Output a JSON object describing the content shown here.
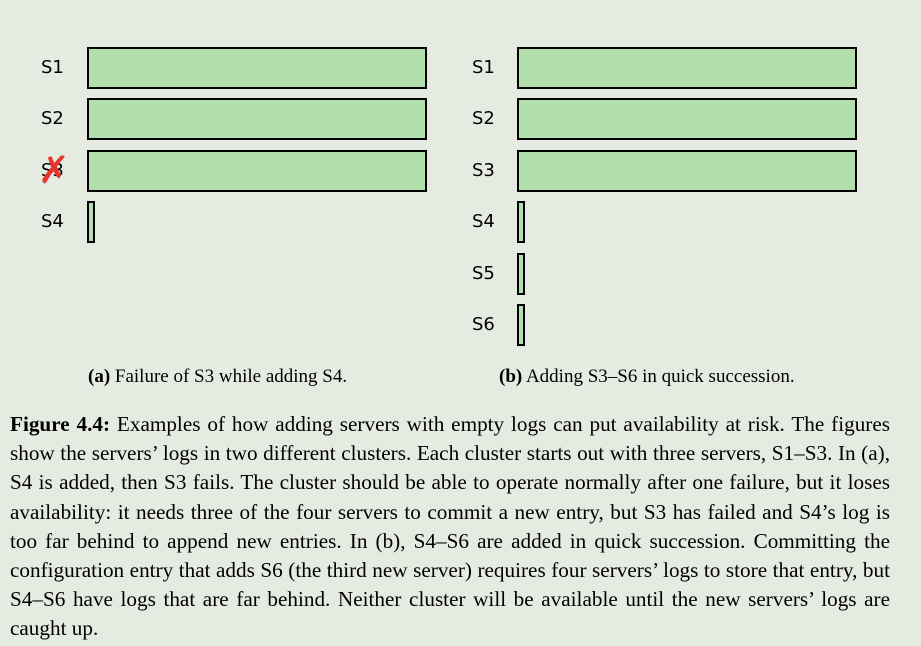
{
  "panel_a": {
    "servers": [
      {
        "label": "S1",
        "log_fill": 1.0,
        "failed": false
      },
      {
        "label": "S2",
        "log_fill": 1.0,
        "failed": false
      },
      {
        "label": "S3",
        "log_fill": 1.0,
        "failed": true
      },
      {
        "label": "S4",
        "log_fill": 0.0,
        "failed": false
      }
    ],
    "caption_tag": "(a)",
    "caption_text": "Failure of S3 while adding S4."
  },
  "panel_b": {
    "servers": [
      {
        "label": "S1",
        "log_fill": 1.0,
        "failed": false
      },
      {
        "label": "S2",
        "log_fill": 1.0,
        "failed": false
      },
      {
        "label": "S3",
        "log_fill": 1.0,
        "failed": false
      },
      {
        "label": "S4",
        "log_fill": 0.0,
        "failed": false
      },
      {
        "label": "S5",
        "log_fill": 0.0,
        "failed": false
      },
      {
        "label": "S6",
        "log_fill": 0.0,
        "failed": false
      }
    ],
    "caption_tag": "(b)",
    "caption_text": "Adding S3–S6 in quick succession."
  },
  "failure_mark": "✗",
  "colors": {
    "log_fill": "#b1e0ac",
    "log_border": "#000000",
    "failure_mark": "#e8362c",
    "background": "#e6ebe1"
  },
  "figure_caption": {
    "label": "Figure 4.4:",
    "text": "Examples of how adding servers with empty logs can put availability at risk. The figures show the servers’ logs in two different clusters. Each cluster starts out with three servers, S1–S3. In (a), S4 is added, then S3 fails. The cluster should be able to operate normally after one failure, but it loses availability: it needs three of the four servers to commit a new entry, but S3 has failed and S4’s log is too far behind to append new entries. In (b), S4–S6 are added in quick succession. Committing the configuration entry that adds S6 (the third new server) requires four servers’ logs to store that entry, but S4–S6 have logs that are far behind. Neither cluster will be available until the new servers’ logs are caught up."
  }
}
